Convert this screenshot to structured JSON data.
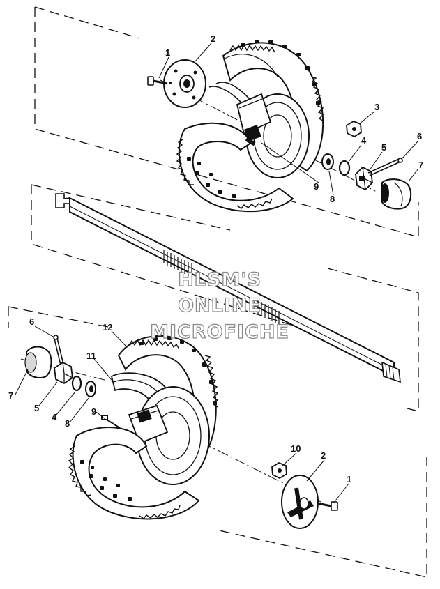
{
  "watermark": {
    "line1": "HLSM'S",
    "line2": "ONLINE",
    "line3": "MICROFICHE"
  },
  "callouts": {
    "upper": [
      "1",
      "2",
      "3",
      "4",
      "5",
      "6",
      "7",
      "8",
      "9"
    ],
    "lower": [
      "6",
      "7",
      "12",
      "11",
      "5",
      "4",
      "8",
      "9",
      "10",
      "2",
      "1"
    ]
  },
  "colors": {
    "ink": "#111111",
    "tire_shade": "#d8d8d8",
    "watermark_outline": "#8a8a8a"
  }
}
